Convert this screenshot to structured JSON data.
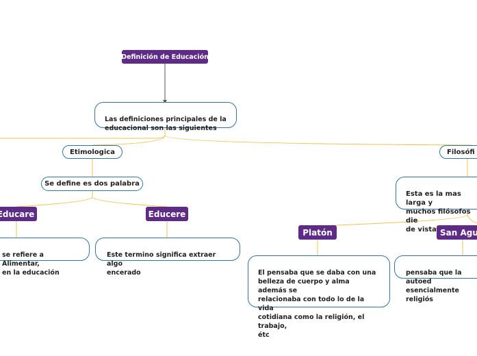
{
  "root": {
    "label": "Definición de Educación"
  },
  "intro": {
    "text": "Las definiciones principales de la\neducacional son las siguientes"
  },
  "etimologica": {
    "label": "Etimologica",
    "define": "Se define es dos palabra",
    "educare": {
      "label": "Educare",
      "text": "se refiere a Alimentar,\nen la educación"
    },
    "educere": {
      "label": "Educere",
      "text": "Este termino significa extraer algo\nencerado"
    }
  },
  "filosofica": {
    "label": "Filosófi",
    "intro": "Esta es la mas larga y\nmuchos filósofos die\nde vista:",
    "platon": {
      "label": "Platón",
      "text": "El pensaba que se daba con una\nbelleza de cuerpo y alma además se\nrelacionaba con todo lo de la vida\ncotidiana como la religión, el trabajo,\nétc"
    },
    "san_agustin": {
      "label": "San Agus",
      "text": "pensaba que la autoed\nesencialmente religiós"
    }
  },
  "colors": {
    "purple": "#5e2c86",
    "border": "#2f73a8",
    "connector": "#f2c14e",
    "root_connector": "#555555"
  }
}
